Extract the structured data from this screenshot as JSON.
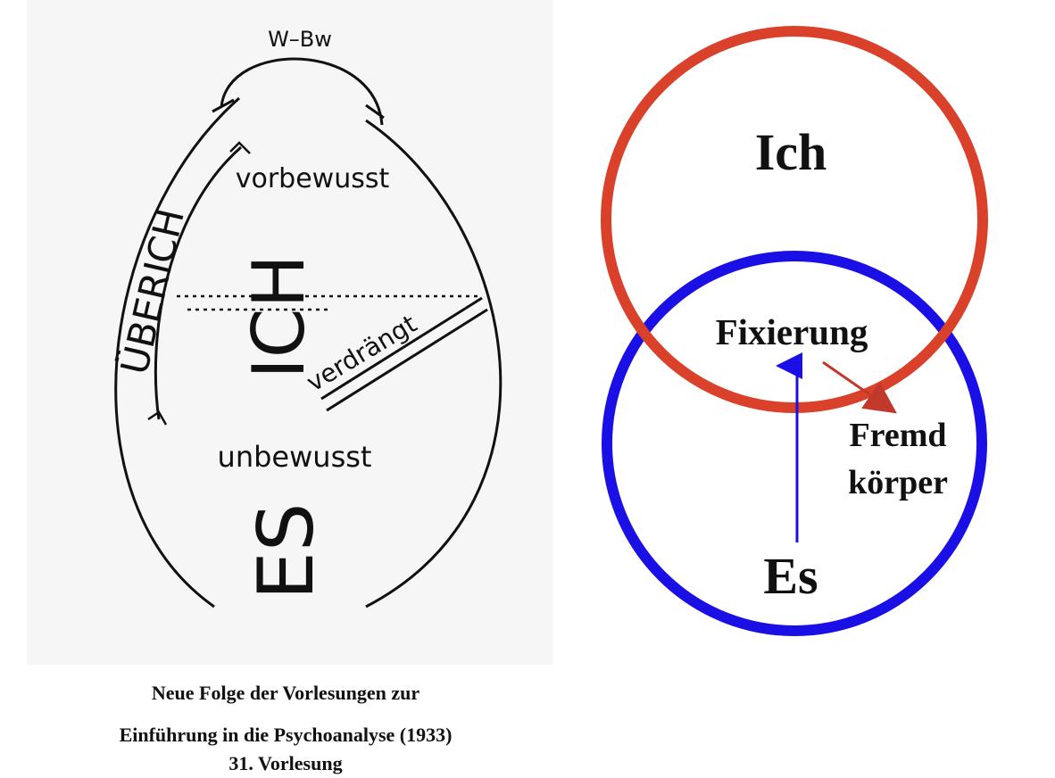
{
  "left_diagram": {
    "top_label": "W–Bw",
    "uberich": "ÜBERICH",
    "vorbewusst": "vorbewusst",
    "ich": "ICH",
    "verdraengt": "verdrängt",
    "unbewusst": "unbewusst",
    "es": "ES",
    "background_color": "#f6f6f6"
  },
  "caption": {
    "line1": "Neue Folge der Vorlesungen zur",
    "line2": "Einführung in die Psychoanalyse  (1933)",
    "line3": "31. Vorlesung"
  },
  "right_diagram": {
    "ich": "Ich",
    "fixierung": "Fixierung",
    "fremd": "Fremd",
    "koerper": "körper",
    "es": "Es",
    "colors": {
      "ich_circle": "#d9412b",
      "es_circle": "#1a10e6",
      "fremd_arrow": "#c0392b",
      "es_arrow": "#1a10e6"
    }
  }
}
